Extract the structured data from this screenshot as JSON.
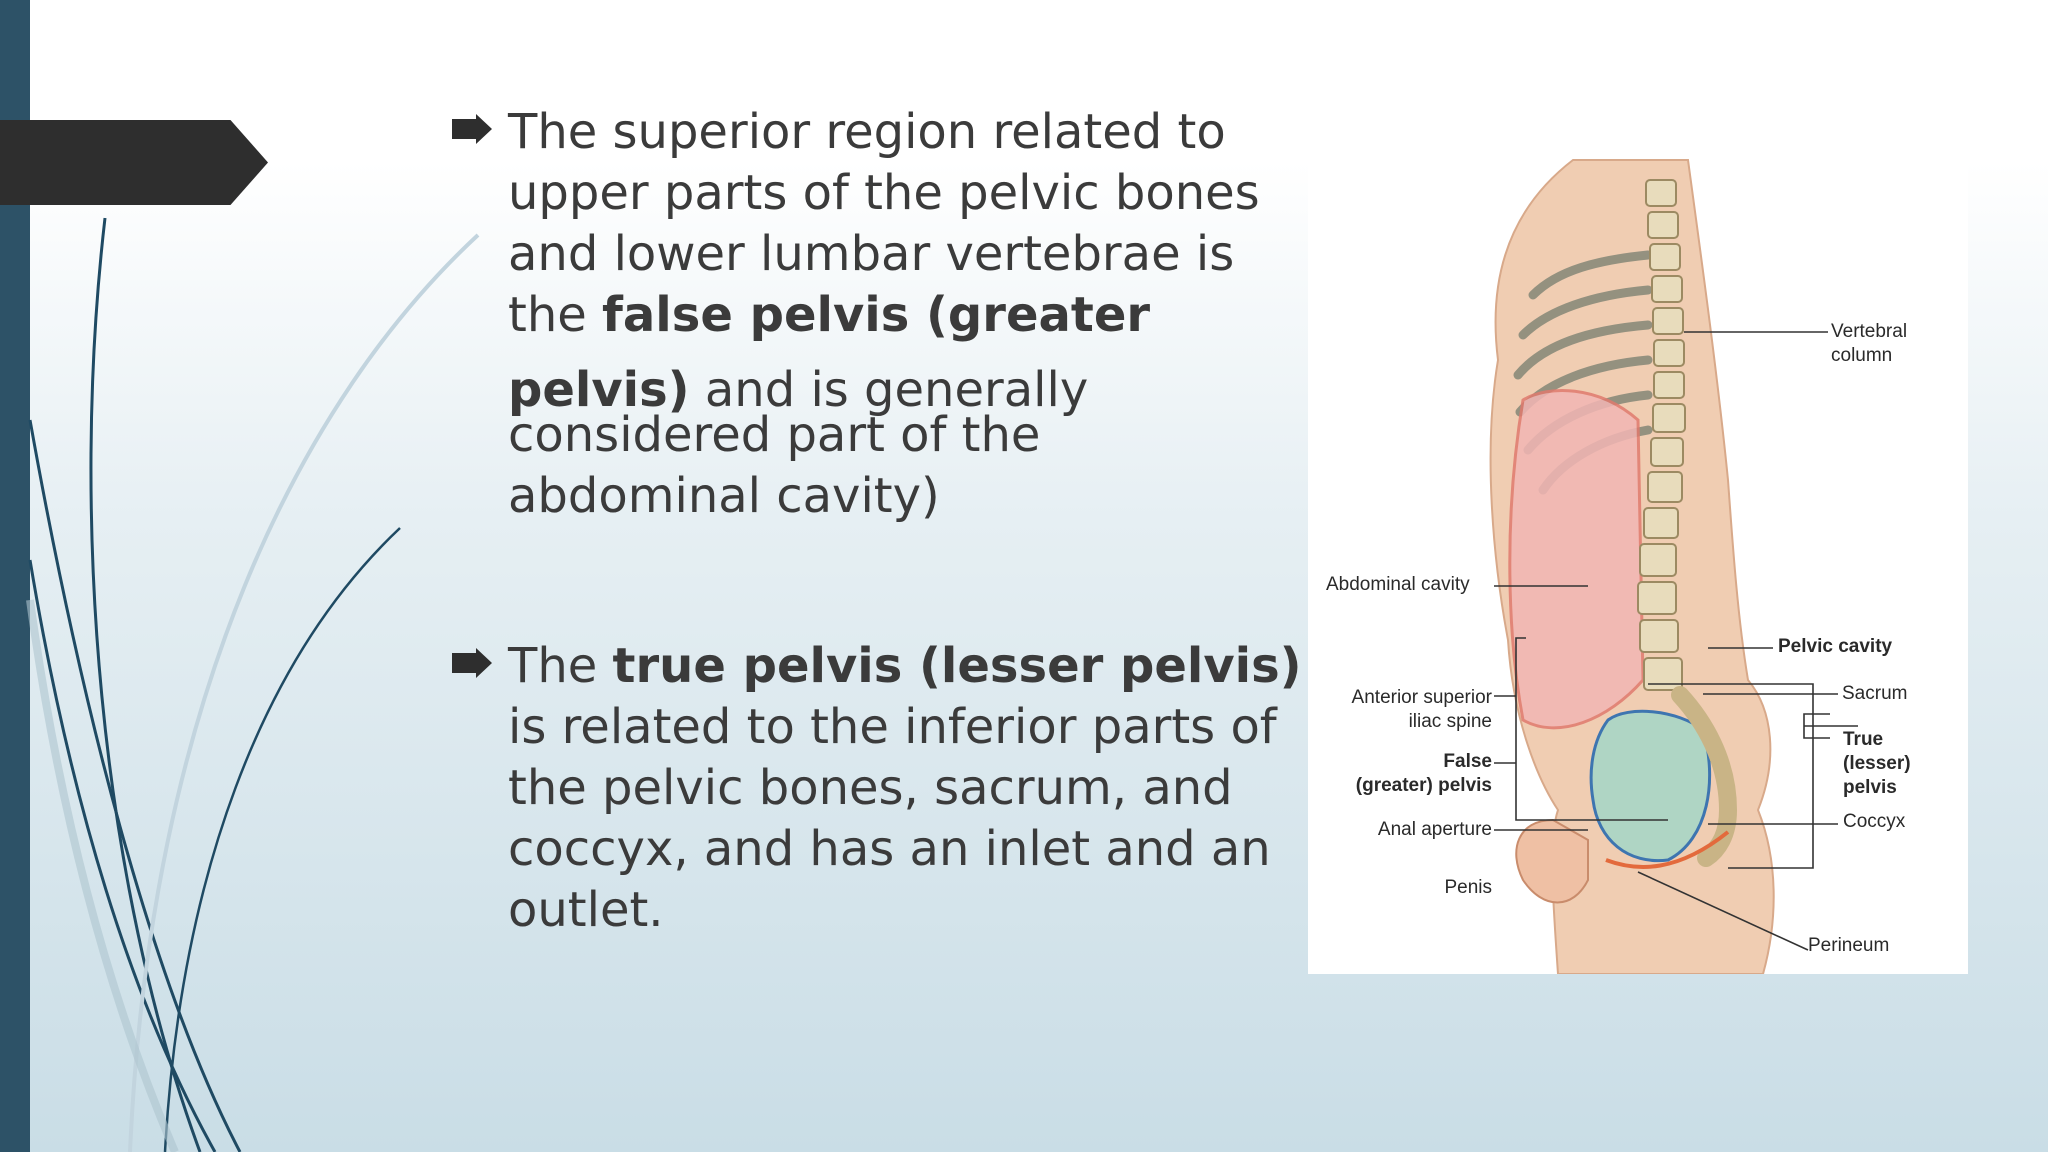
{
  "bullets": [
    {
      "lines": [
        {
          "text": "The superior region related to"
        },
        {
          "text": "upper parts of the pelvic bones"
        },
        {
          "text": "and lower lumbar vertebrae is"
        },
        {
          "prefix": "the ",
          "bold": "false pelvis (greater"
        },
        {
          "bold": "pelvis)",
          "suffix": " and is generally"
        },
        {
          "text": "considered part of the"
        },
        {
          "text": "abdominal cavity)"
        }
      ]
    },
    {
      "lines": [
        {
          "prefix": "The ",
          "bold": "true pelvis (lesser pelvis)"
        },
        {
          "text": "is related to the inferior parts of"
        },
        {
          "text": "the pelvic bones, sacrum, and"
        },
        {
          "text": "coccyx, and has an inlet and an"
        },
        {
          "text": "outlet."
        }
      ]
    }
  ],
  "figure": {
    "labels": {
      "vertebral_column_1": "Vertebral",
      "vertebral_column_2": "column",
      "abdominal_cavity": "Abdominal cavity",
      "pelvic_cavity": "Pelvic cavity",
      "sacrum": "Sacrum",
      "asis_1": "Anterior superior",
      "asis_2": "iliac spine",
      "true_1": "True",
      "true_2": "(lesser)",
      "true_3": "pelvis",
      "false_1": "False",
      "false_2": "(greater) pelvis",
      "anal_aperture": "Anal aperture",
      "coccyx": "Coccyx",
      "penis": "Penis",
      "perineum": "Perineum"
    }
  },
  "colors": {
    "left_bar": "#2d5267",
    "arrow_tab": "#2e2e2e",
    "text": "#3b3b3b",
    "deco_line": "#1f4a63"
  }
}
